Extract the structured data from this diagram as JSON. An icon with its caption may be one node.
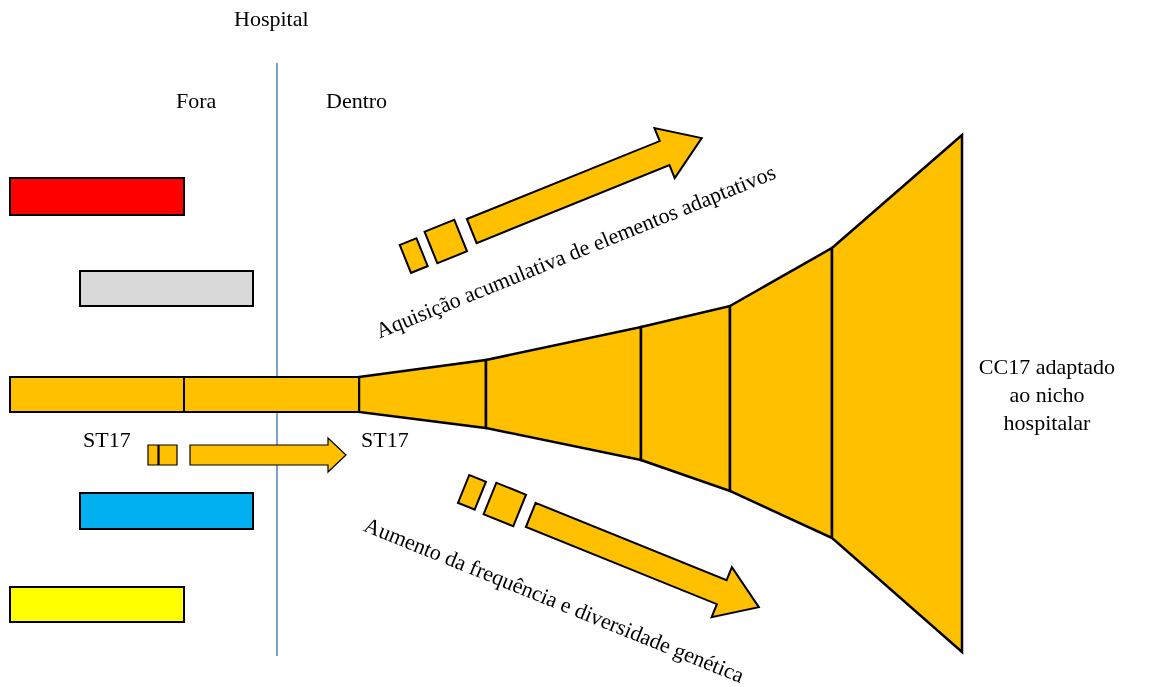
{
  "diagram": {
    "title": "Hospital",
    "nodes": [
      {
        "text": [],
        "shape": "bar"
      },
      {
        "text": [],
        "shape": "bar"
      },
      {
        "text": [],
        "shape": "bar"
      },
      {
        "text": [
          "ST17"
        ]
      },
      {
        "text": [
          "ST17"
        ]
      },
      {
        "text": [],
        "shape": "bar"
      },
      {
        "text": [],
        "shape": "bar"
      }
    ],
    "edges": [
      {
        "from": 3,
        "to": 4,
        "arrow": "to"
      }
    ],
    "labels": [
      "Fora",
      "Dentro",
      "Aquisição acumulativa de elementos adaptativos",
      "Aumento da frequência e diversidade genética",
      "CC17 adaptado ao nicho hospitalar"
    ]
  }
}
